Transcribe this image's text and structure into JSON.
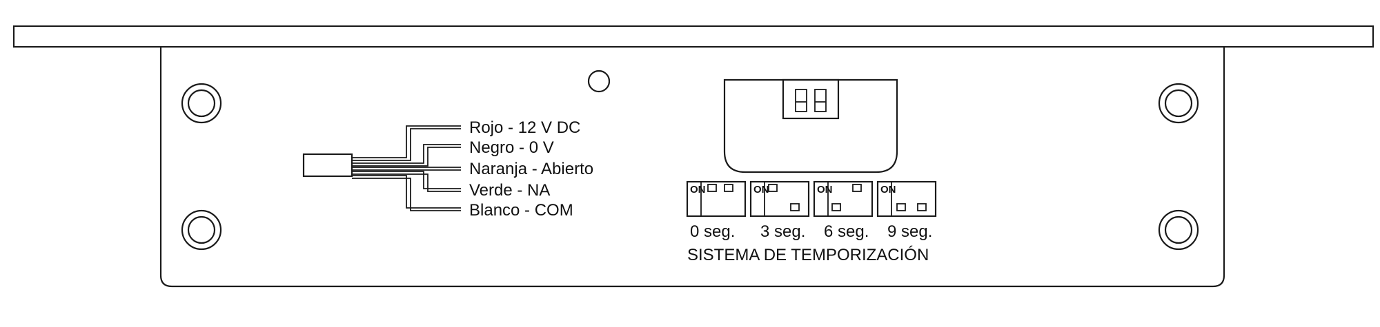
{
  "wires": [
    {
      "label": "Rojo - 12 V DC"
    },
    {
      "label": "Negro - 0 V"
    },
    {
      "label": "Naranja - Abierto"
    },
    {
      "label": "Verde - NA"
    },
    {
      "label": "Blanco - COM"
    }
  ],
  "timers": [
    {
      "on": "ON",
      "label": "0 seg."
    },
    {
      "on": "ON",
      "label": "3 seg."
    },
    {
      "on": "ON",
      "label": "6 seg."
    },
    {
      "on": "ON",
      "label": "9 seg."
    }
  ],
  "system_label": "SISTEMA DE TEMPORIZACIÓN"
}
